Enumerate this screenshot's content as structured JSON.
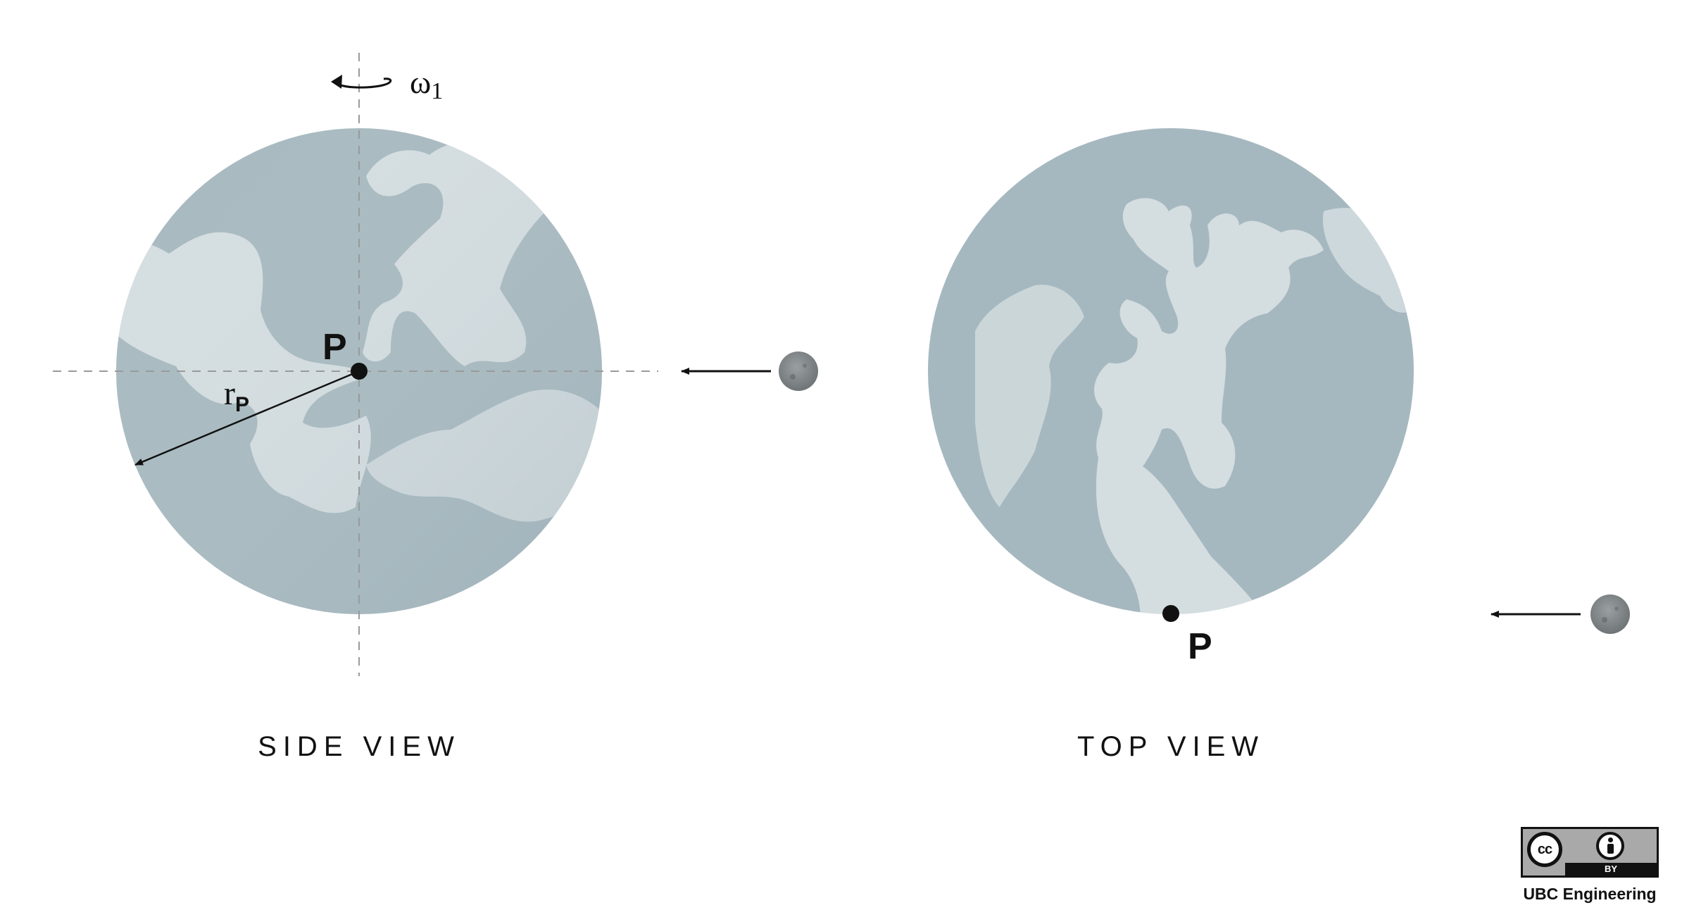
{
  "side_view": {
    "label": "SIDE VIEW",
    "point_label": "P",
    "radius_label_main": "r",
    "radius_label_sub": "P",
    "rotation_label_main": "ω",
    "rotation_label_sub": "1"
  },
  "top_view": {
    "label": "TOP VIEW",
    "point_label": "P"
  },
  "credit": {
    "license_badge_text": "cc",
    "license_by_text": "BY",
    "attribution": "UBC Engineering"
  },
  "colors": {
    "planet_dark": "#a6b8bf",
    "planet_light": "#d4dde0",
    "ink": "#111111",
    "guide": "#9a9a9a",
    "moon": "#858c8d"
  }
}
